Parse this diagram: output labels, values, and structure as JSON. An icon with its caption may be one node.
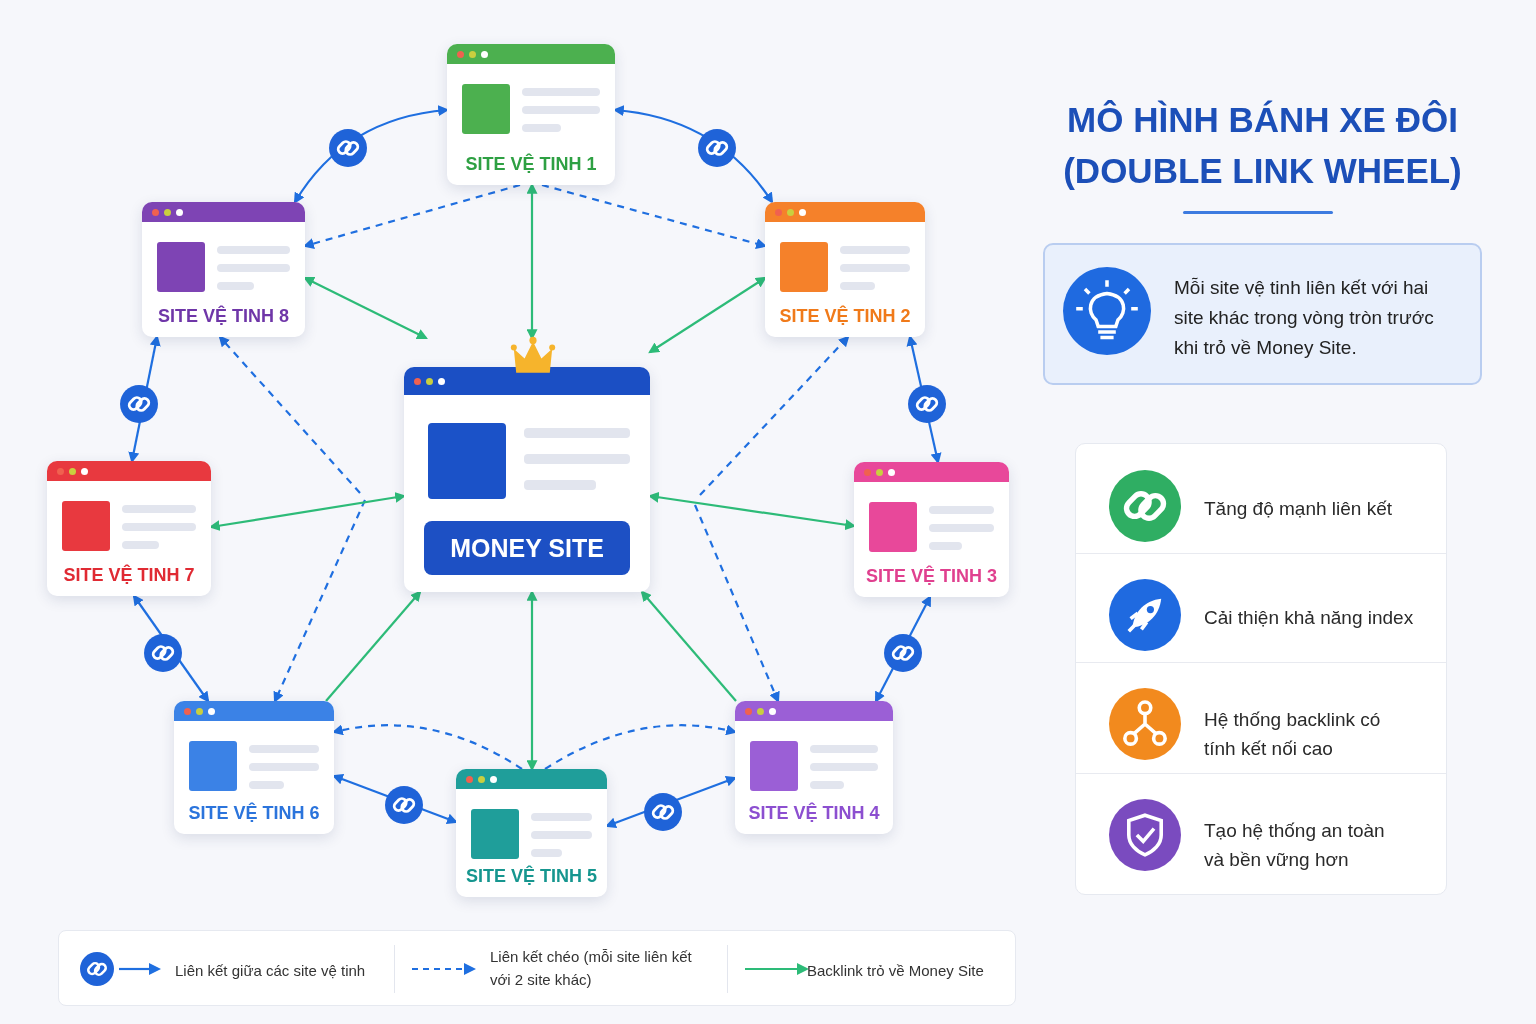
{
  "diagram": {
    "title": "MÔ HÌNH BÁNH XE ĐÔI (DOUBLE LINK WHEEL)",
    "nodes": [
      {
        "text": [
          "MONEY SITE"
        ]
      },
      {
        "text": [
          "SITE VỆ TINH 1"
        ]
      },
      {
        "text": [
          "SITE VỆ TINH 2"
        ]
      },
      {
        "text": [
          "SITE VỆ TINH 3"
        ]
      },
      {
        "text": [
          "SITE VỆ TINH 4"
        ]
      },
      {
        "text": [
          "SITE VỆ TINH 5"
        ]
      },
      {
        "text": [
          "SITE VỆ TINH 6"
        ]
      },
      {
        "text": [
          "SITE VỆ TINH 7"
        ]
      },
      {
        "text": [
          "SITE VỆ TINH 8"
        ]
      },
      {
        "text": [
          "Mỗi site vệ tinh liên kết với hai site khác trong vòng tròn trước khi trỏ về Money Site."
        ]
      }
    ],
    "edges": [
      {
        "from": 1,
        "to": 2,
        "arrow": "both",
        "color": "#1f6fe0"
      },
      {
        "from": 2,
        "to": 3,
        "arrow": "both",
        "color": "#1f6fe0"
      },
      {
        "from": 3,
        "to": 4,
        "arrow": "both",
        "color": "#1f6fe0"
      },
      {
        "from": 4,
        "to": 5,
        "arrow": "both",
        "color": "#1f6fe0"
      },
      {
        "from": 5,
        "to": 6,
        "arrow": "both",
        "color": "#1f6fe0"
      },
      {
        "from": 6,
        "to": 7,
        "arrow": "both",
        "color": "#1f6fe0"
      },
      {
        "from": 7,
        "to": 8,
        "arrow": "both",
        "color": "#1f6fe0"
      },
      {
        "from": 8,
        "to": 1,
        "arrow": "both",
        "color": "#1f6fe0"
      },
      {
        "from": 1,
        "to": 8,
        "arrow": "to",
        "style": "dashed",
        "color": "#1f6fe0"
      },
      {
        "from": 1,
        "to": 2,
        "arrow": "to",
        "style": "dashed",
        "color": "#1f6fe0"
      },
      {
        "from": null,
        "to": 8,
        "arrow": "to",
        "style": "dashed",
        "color": "#1f6fe0"
      },
      {
        "from": null,
        "to": 6,
        "arrow": "to",
        "style": "dashed",
        "color": "#1f6fe0"
      },
      {
        "from": null,
        "to": 2,
        "arrow": "to",
        "style": "dashed",
        "color": "#1f6fe0"
      },
      {
        "from": null,
        "to": 4,
        "arrow": "to",
        "style": "dashed",
        "color": "#1f6fe0"
      },
      {
        "from": 5,
        "to": 6,
        "arrow": "to",
        "style": "dashed",
        "color": "#1f6fe0"
      },
      {
        "from": 5,
        "to": 4,
        "arrow": "to",
        "style": "dashed",
        "color": "#1f6fe0"
      },
      {
        "from": 1,
        "to": 0,
        "arrow": "both",
        "color": "#2dbb78"
      },
      {
        "from": 8,
        "to": 0,
        "arrow": "both",
        "color": "#2dbb78"
      },
      {
        "from": 2,
        "to": 0,
        "arrow": "both",
        "color": "#2dbb78"
      },
      {
        "from": 7,
        "to": 0,
        "arrow": "both",
        "color": "#2dbb78"
      },
      {
        "from": 3,
        "to": 0,
        "arrow": "both",
        "color": "#2dbb78"
      },
      {
        "from": 6,
        "to": 0,
        "arrow": "to",
        "color": "#2dbb78"
      },
      {
        "from": 5,
        "to": 0,
        "arrow": "both",
        "color": "#2dbb78"
      },
      {
        "from": 4,
        "to": 0,
        "arrow": "to",
        "color": "#2dbb78"
      }
    ],
    "labels": [
      "Tăng độ mạnh liên kết",
      "Cải thiện khả năng index",
      "Hệ thống backlink có tính kết nối cao",
      "Tạo hệ thống an toàn và bền vững hơn"
    ],
    "legend": [
      {
        "text": "Liên kết giữa các site vệ tinh"
      },
      {
        "text": "Liên kết chéo (mỗi site liên kết với 2 site khác)"
      },
      {
        "text": "Backlink trỏ về Money Site"
      }
    ]
  }
}
